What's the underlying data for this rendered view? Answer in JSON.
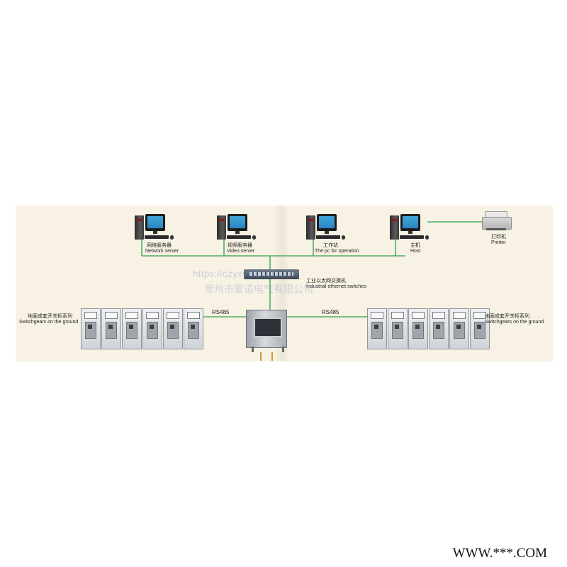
{
  "nodes": {
    "network_server": {
      "cn": "网络服务器",
      "en": "Network server"
    },
    "video_server": {
      "cn": "视频服务器",
      "en": "Video server"
    },
    "workstation": {
      "cn": "工作站",
      "en": "The pc for operation"
    },
    "host": {
      "cn": "主机",
      "en": "Host"
    },
    "printer": {
      "cn": "打印机",
      "en": "Printer"
    },
    "switch": {
      "cn": "工业以太网交换机",
      "en": "Industrial ethernet switches"
    },
    "switchgear_left": {
      "cn": "地面成套开关柜系列",
      "en": "Switchgears on the ground"
    },
    "switchgear_right": {
      "cn": "地面成套开关柜系列",
      "en": "Switchgears on the ground"
    }
  },
  "links": {
    "rs485_left": "RS485",
    "rs485_right": "RS485"
  },
  "watermark": {
    "url": "https://czyxy.51486.com",
    "company": "常州市爱诺电气有限公司"
  },
  "footer": "WWW.***.COM",
  "colors": {
    "line": "#4fae62",
    "panel": "#f8f2e4"
  }
}
